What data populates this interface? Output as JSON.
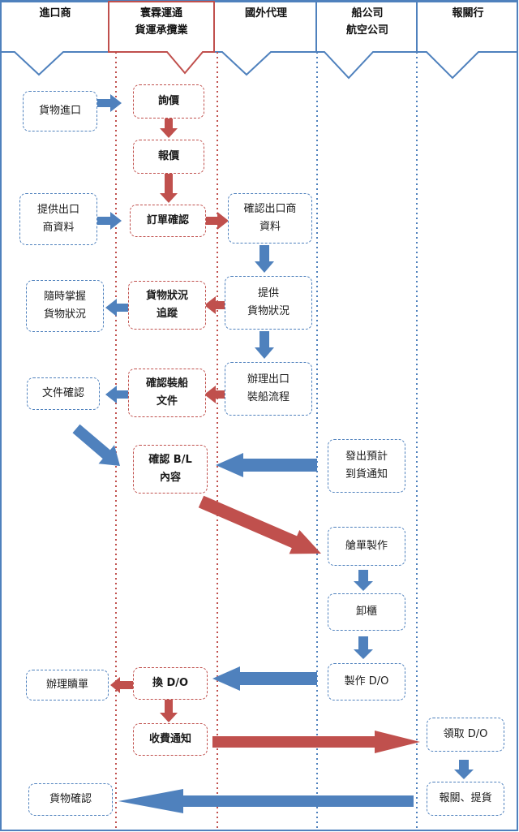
{
  "lanes": [
    {
      "id": "importer",
      "lines": [
        "進口商"
      ]
    },
    {
      "id": "forwarder",
      "lines": [
        "寰霖運通",
        "貨運承攬業"
      ]
    },
    {
      "id": "agent",
      "lines": [
        "國外代理"
      ]
    },
    {
      "id": "carrier",
      "lines": [
        "船公司",
        "航空公司"
      ]
    },
    {
      "id": "broker",
      "lines": [
        "報關行"
      ]
    }
  ],
  "steps": {
    "import_goods": [
      "貨物進口"
    ],
    "inquiry": [
      "詢價"
    ],
    "quote": [
      "報價"
    ],
    "provide_exporter": [
      "提供出口",
      "商資料"
    ],
    "order_confirm": [
      "訂單確認"
    ],
    "confirm_exporter": [
      "確認出口商",
      "資料"
    ],
    "provide_status": [
      "提供",
      "貨物狀況"
    ],
    "track_status": [
      "貨物狀況",
      "追蹤"
    ],
    "monitor_status": [
      "隨時掌握",
      "貨物狀況"
    ],
    "export_process": [
      "辦理出口",
      "裝船流程"
    ],
    "confirm_docs": [
      "確認裝船",
      "文件"
    ],
    "doc_confirm": [
      "文件確認"
    ],
    "arrival_notice": [
      "發出預計",
      "到貨通知"
    ],
    "confirm_bl": [
      "確認 B/L",
      "內容"
    ],
    "manifest": [
      "艙單製作"
    ],
    "unload": [
      "卸櫃"
    ],
    "make_do": [
      "製作 D/O"
    ],
    "exchange_do": [
      "換 D/O"
    ],
    "claim": [
      "辦理贖單"
    ],
    "fee_notice": [
      "收費通知"
    ],
    "get_do": [
      "領取 D/O"
    ],
    "customs_pickup": [
      "報關、提貨"
    ],
    "goods_confirm": [
      "貨物確認"
    ]
  },
  "colors": {
    "red": "#c0504d",
    "blue": "#4f81bd",
    "lane_border": "#4f81bd"
  }
}
